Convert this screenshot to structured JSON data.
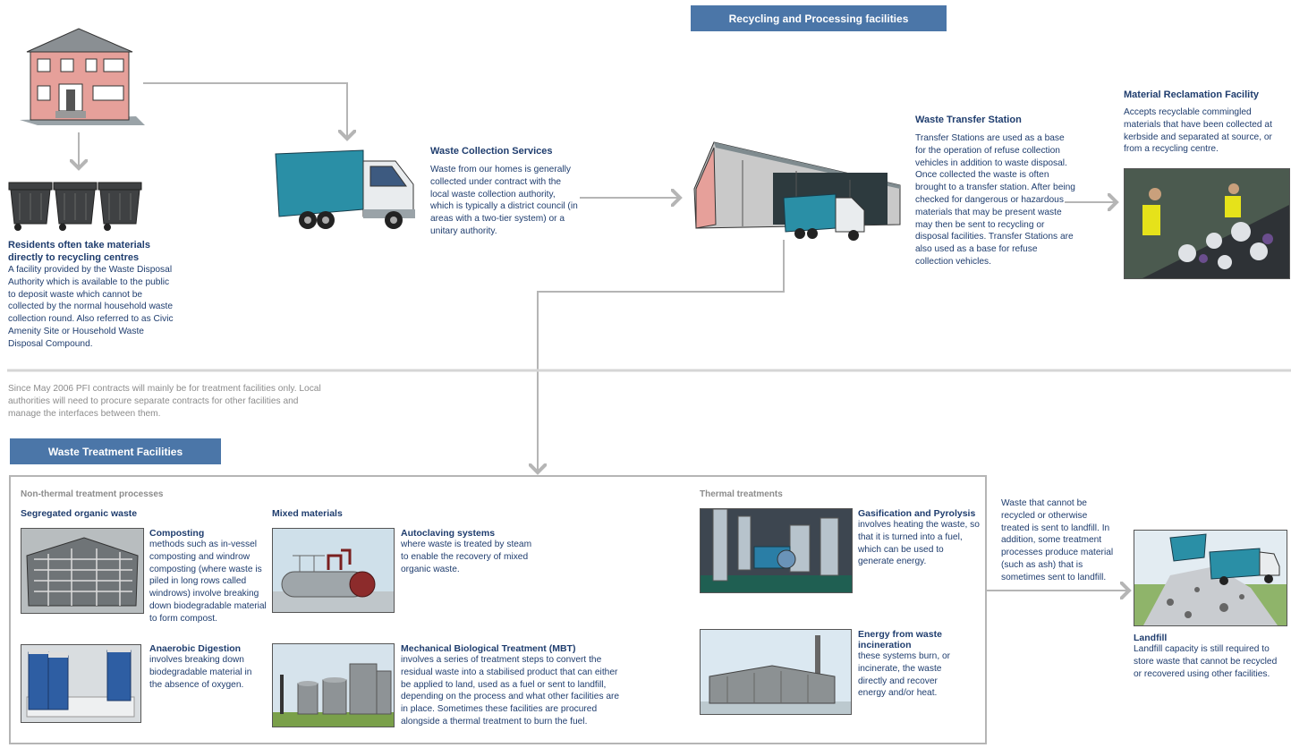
{
  "banners": {
    "recycling": "Recycling and Processing facilities",
    "treatment": "Waste Treatment Facilities"
  },
  "residents": {
    "title": "Residents often take materials directly to recycling centres",
    "text": "A facility provided by the Waste Disposal Authority which is available to the public to deposit waste which cannot be collected by the normal household waste collection round. Also referred to as Civic Amenity Site or Household Waste Disposal Compound."
  },
  "collection": {
    "title": "Waste Collection Services",
    "text": "Waste from our homes is generally collected under contract with the local waste collection authority, which is typically a district council (in areas with a two-tier system) or a unitary authority."
  },
  "transfer": {
    "title": "Waste Transfer Station",
    "text": "Transfer Stations are used as a base for the operation of refuse collection vehicles in addition to waste disposal. Once collected the waste is often brought to a transfer station. After being checked for dangerous or hazardous materials that may be present waste may then be sent to recycling or disposal facilities. Transfer Stations are also used as a base for refuse collection vehicles."
  },
  "mrf": {
    "title": "Material Reclamation Facility",
    "text": "Accepts recyclable commingled materials that have been collected at kerbside and separated at source, or from a recycling centre."
  },
  "pfi_note": "Since May 2006 PFI contracts will mainly be for treatment facilities only. Local authorities will need to procure separate contracts for other facilities and manage the interfaces between them.",
  "treatment": {
    "non_thermal_label": "Non-thermal treatment processes",
    "segregated_label": "Segregated organic waste",
    "mixed_label": "Mixed materials",
    "thermal_label": "Thermal treatments",
    "composting": {
      "title": "Composting",
      "text": "methods such as in-vessel composting and windrow composting (where waste is piled in long rows called windrows) involve breaking down biodegradable material to form compost."
    },
    "anaerobic": {
      "title": "Anaerobic Digestion",
      "text": "involves breaking down biodegradable material in the absence of oxygen."
    },
    "autoclaving": {
      "title": "Autoclaving systems",
      "text": "where waste is treated by steam to enable the recovery of mixed organic waste."
    },
    "mbt": {
      "title": "Mechanical Biological Treatment (MBT)",
      "text": "involves a series of treatment steps to convert the residual waste into a stabilised product that can either be applied to land, used as a fuel or sent to landfill, depending on the process and what other facilities are in place. Sometimes these facilities are procured alongside a thermal treatment to burn the fuel."
    },
    "gasification": {
      "title": "Gasification and Pyrolysis",
      "text": "involves heating the waste, so that it is turned into a fuel, which can be used to generate energy."
    },
    "efw": {
      "title": "Energy from waste incineration",
      "text": "these systems burn, or incinerate, the waste directly and recover energy and/or heat."
    }
  },
  "landfill_note": "Waste that cannot be recycled or otherwise treated is sent to landfill. In addition, some treatment processes produce material (such as ash) that is sometimes sent to landfill.",
  "landfill": {
    "title": "Landfill",
    "text": "Landfill capacity is still required to store waste that cannot be recycled or recovered using other facilities."
  }
}
